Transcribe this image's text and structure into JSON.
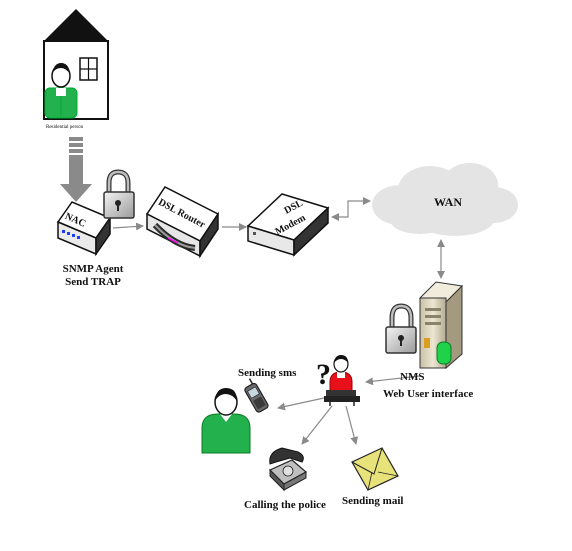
{
  "diagram": {
    "residential_person_label": "Residential person",
    "nac_label": "NAC",
    "dsl_router_label": "DSL Router",
    "dsl_modem_label_line1": "DSL",
    "dsl_modem_label_line2": "Modem",
    "wan_label": "WAN",
    "snmp_agent_line1": "SNMP Agent",
    "snmp_agent_line2": "Send TRAP",
    "nms_label": "NMS",
    "web_ui_label": "Web User interface",
    "sending_sms_label": "Sending sms",
    "calling_police_label": "Calling the police",
    "sending_mail_label": "Sending mail",
    "question_mark": "?",
    "colors": {
      "person_green": "#22b14c",
      "operator_red": "#e8101a",
      "cloud_gray": "#e4e4e4",
      "arrow_gray": "#8a8a8a",
      "envelope_yellow": "#e8e27a"
    }
  }
}
